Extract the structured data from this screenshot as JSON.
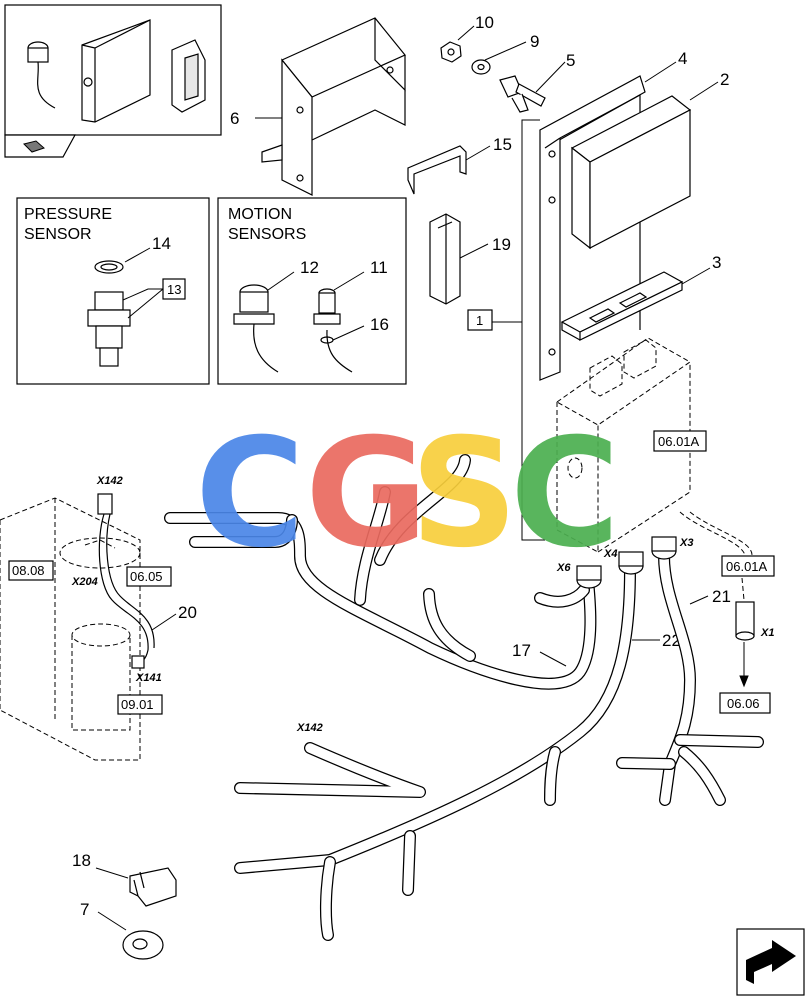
{
  "sections": {
    "pressure_sensor": [
      "PRESSURE",
      "SENSOR"
    ],
    "motion_sensors": [
      "MOTION",
      "SENSORS"
    ]
  },
  "callouts": {
    "p1": "1",
    "p2": "2",
    "p3": "3",
    "p4": "4",
    "p5": "5",
    "p6": "6",
    "p7": "7",
    "p9": "9",
    "p10": "10",
    "p11": "11",
    "p12": "12",
    "p13": "13",
    "p14": "14",
    "p15": "15",
    "p16": "16",
    "p17": "17",
    "p18": "18",
    "p19": "19",
    "p20": "20",
    "p21": "21",
    "p22": "22"
  },
  "references": {
    "r0601a_top": "06.01A",
    "r0601a_right": "06.01A",
    "r0606": "06.06",
    "r0808": "08.08",
    "r0605": "06.05",
    "r0901": "09.01"
  },
  "connectors": {
    "x142_top": "X142",
    "x204": "X204",
    "x141": "X141",
    "x142_bottom": "X142",
    "x6": "X6",
    "x4": "X4",
    "x3": "X3",
    "x1": "X1"
  },
  "watermark": {
    "letters": [
      "C",
      "G",
      "S",
      "C"
    ],
    "colors": [
      "#4a86e8",
      "#ea6a5f",
      "#f8cf3c",
      "#4caf50"
    ]
  }
}
